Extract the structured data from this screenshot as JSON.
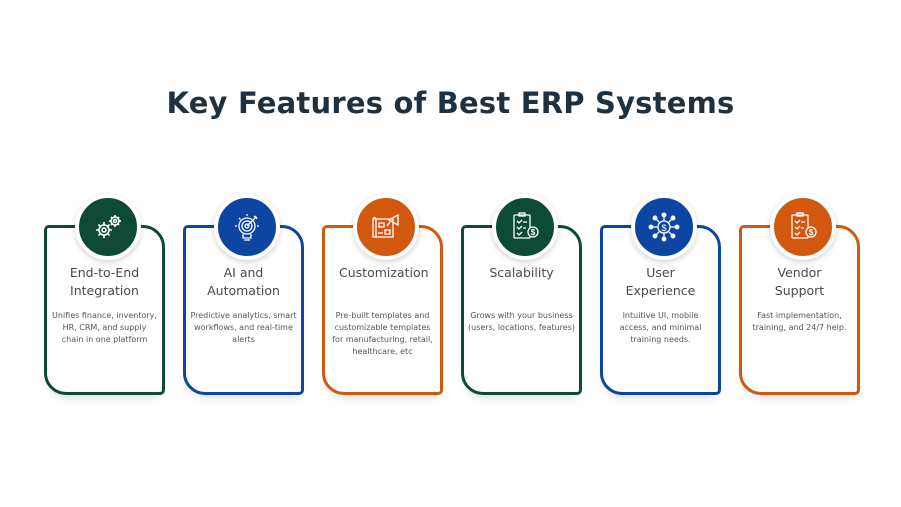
{
  "title": "Key Features of Best ERP Systems",
  "colors": {
    "green": "#0e4a38",
    "blue": "#0d45a3",
    "orange": "#d3580f",
    "title": "#1d3140"
  },
  "cards": [
    {
      "title": "End-to-End Integration",
      "description": "Unifies finance, inventory, HR, CRM, and supply chain in one platform",
      "icon": "gears-icon",
      "color": "#0e4a38"
    },
    {
      "title": "AI and Automation",
      "description": "Predictive analytics, smart workflows, and real-time alerts",
      "icon": "lightbulb-target-icon",
      "color": "#0d45a3"
    },
    {
      "title": "Customization",
      "description": "Pre-built templates and customizable templates for manufacturing, retail, healthcare, etc",
      "icon": "blueprint-icon",
      "color": "#d3580f"
    },
    {
      "title": "Scalability",
      "description": "Grows with your business (users, locations, features)",
      "icon": "clipboard-dollar-icon",
      "color": "#0e4a38"
    },
    {
      "title": "User Experience",
      "description": "Intuitive UI, mobile access, and minimal training needs.",
      "icon": "network-dollar-icon",
      "color": "#0d45a3"
    },
    {
      "title": "Vendor Support",
      "description": "Fast implementation, training, and 24/7 help.",
      "icon": "clipboard-dollar-icon",
      "color": "#d3580f"
    }
  ]
}
